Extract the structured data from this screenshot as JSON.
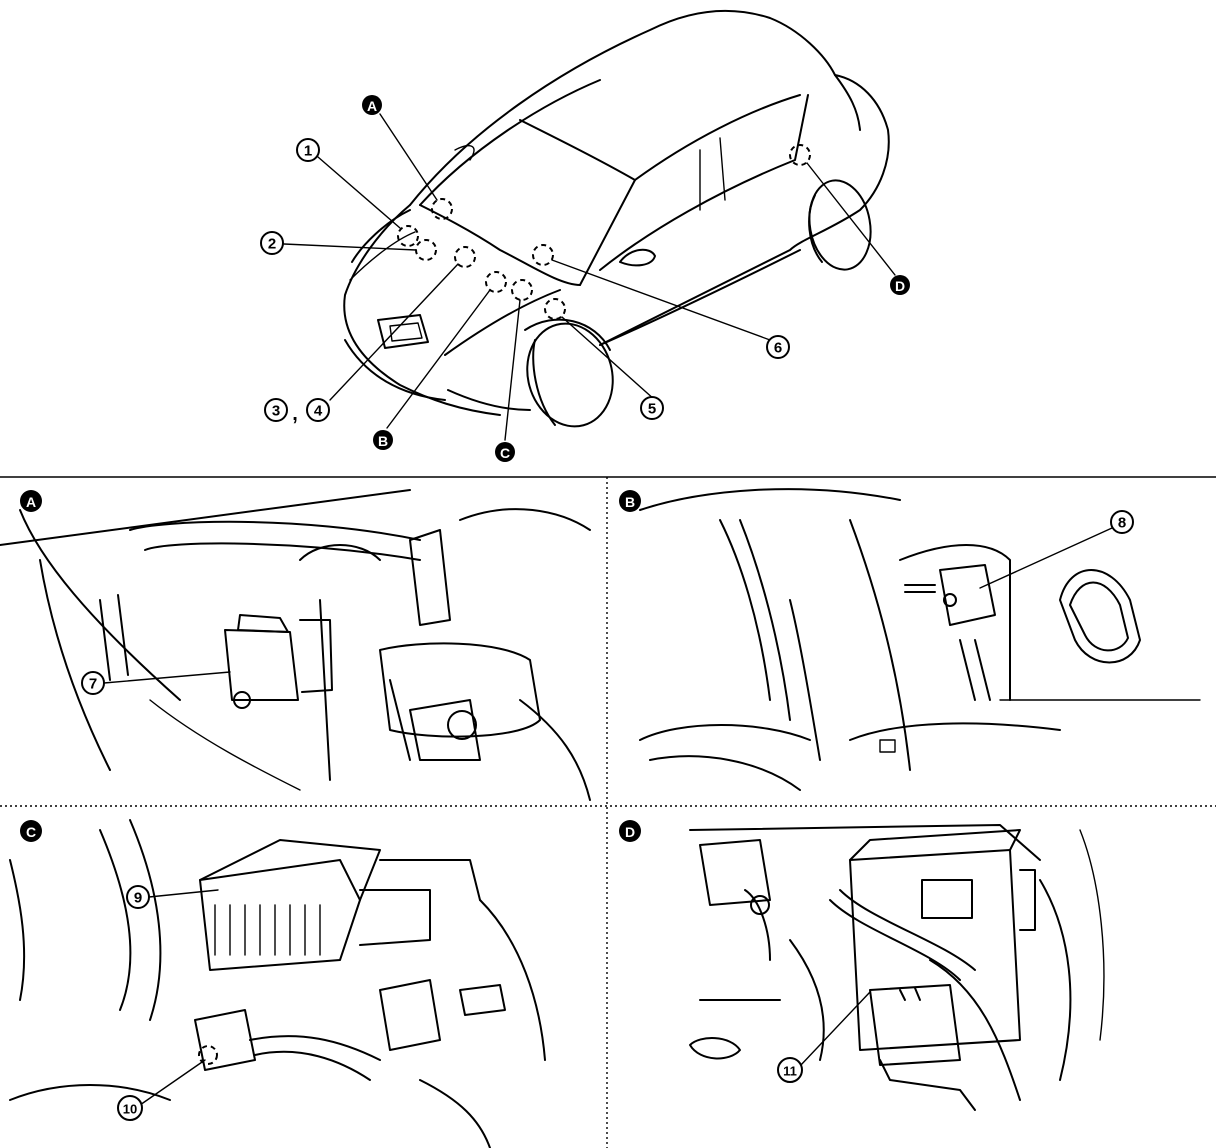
{
  "overview": {
    "locations": [
      "A",
      "B",
      "C",
      "D"
    ],
    "components": [
      "1",
      "2",
      "3",
      "4",
      "5",
      "6"
    ],
    "combined_label_separator": ","
  },
  "panels": [
    {
      "letter": "A",
      "components": [
        "7"
      ]
    },
    {
      "letter": "B",
      "components": [
        "8"
      ]
    },
    {
      "letter": "C",
      "components": [
        "9",
        "10"
      ]
    },
    {
      "letter": "D",
      "components": [
        "11"
      ]
    }
  ]
}
